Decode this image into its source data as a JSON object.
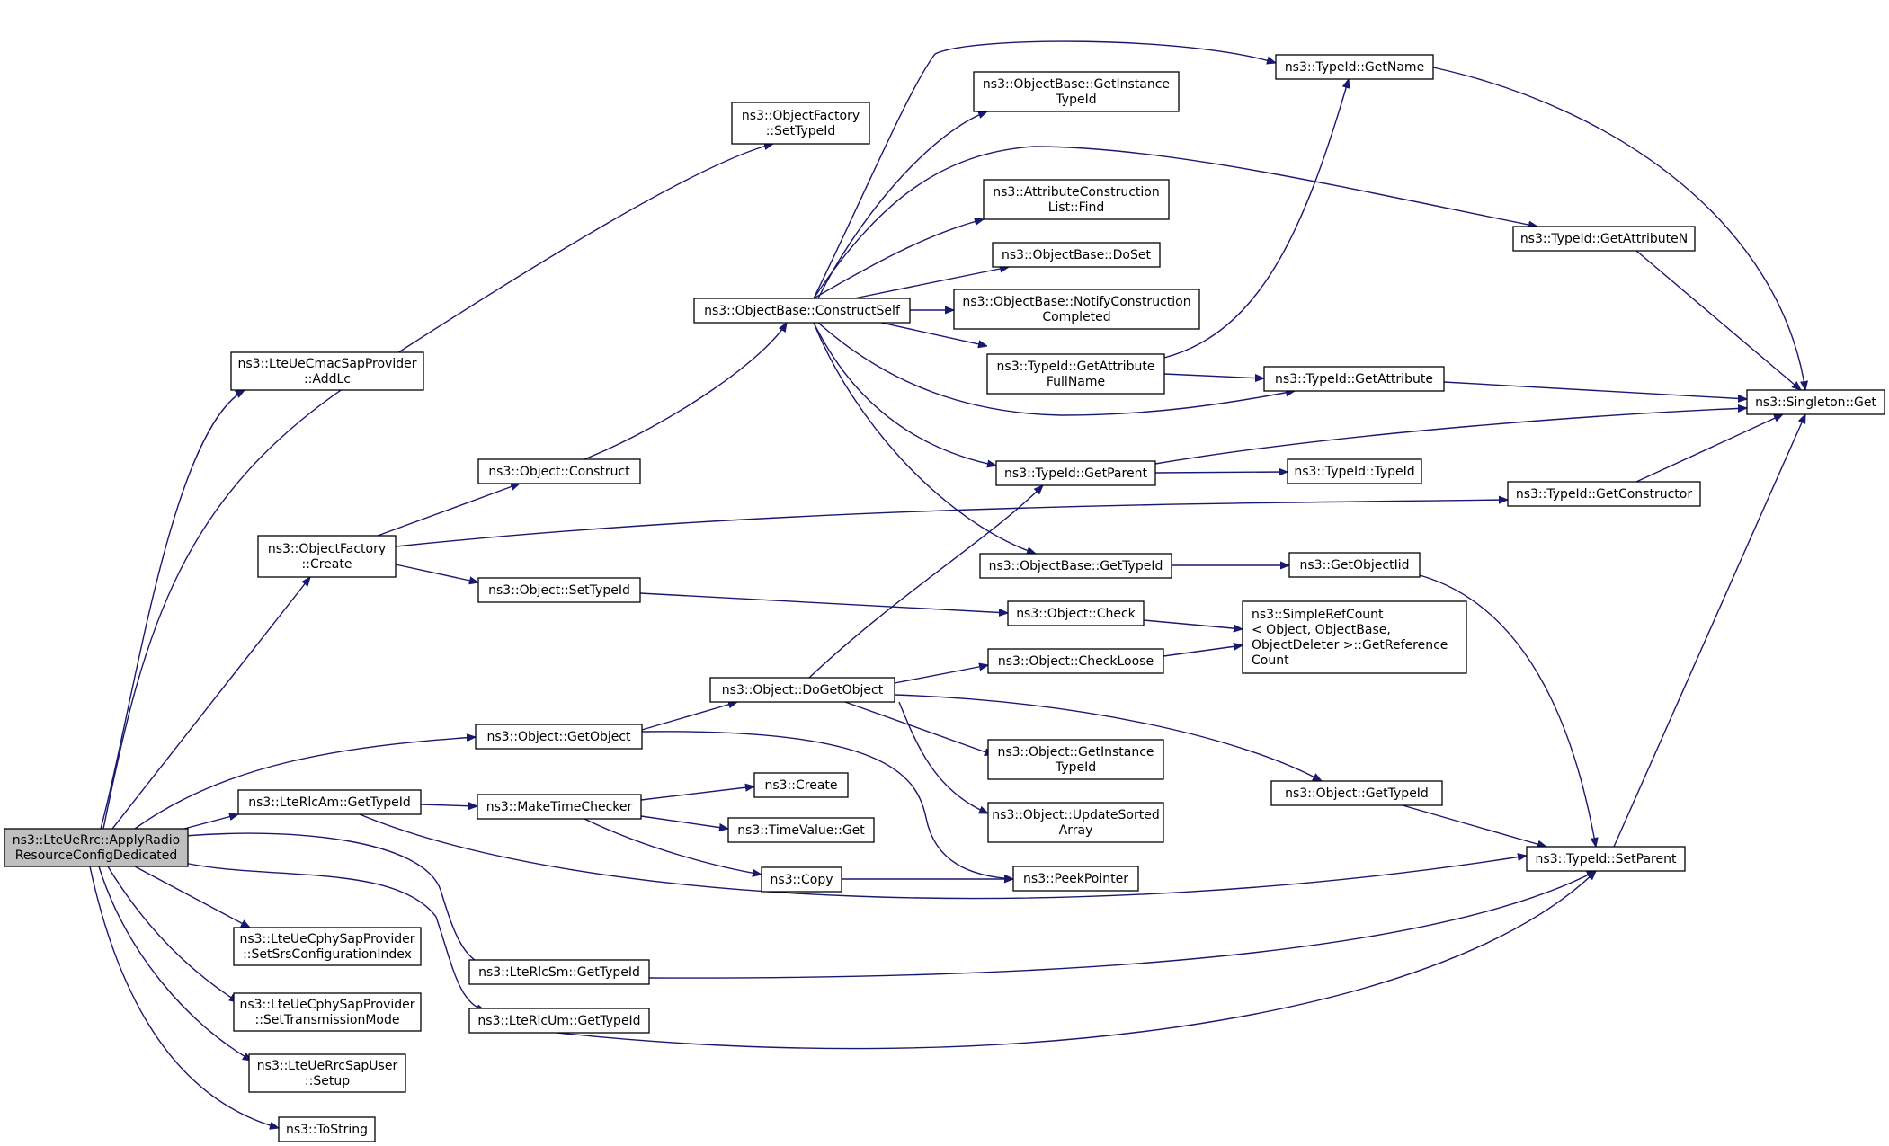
{
  "graph": {
    "root": "apply",
    "nodes": [
      {
        "id": "apply",
        "lines": [
          "ns3::LteUeRrc::ApplyRadio",
          "ResourceConfigDedicated"
        ]
      },
      {
        "id": "addlc",
        "lines": [
          "ns3::LteUeCmacSapProvider",
          "::AddLc"
        ]
      },
      {
        "id": "of_settypeid",
        "lines": [
          "ns3::ObjectFactory",
          "::SetTypeId"
        ]
      },
      {
        "id": "of_create",
        "lines": [
          "ns3::ObjectFactory",
          "::Create"
        ]
      },
      {
        "id": "obj_getobject",
        "lines": [
          "ns3::Object::GetObject"
        ]
      },
      {
        "id": "rlcam_gettypeid",
        "lines": [
          "ns3::LteRlcAm::GetTypeId"
        ]
      },
      {
        "id": "setsrs",
        "lines": [
          "ns3::LteUeCphySapProvider",
          "::SetSrsConfigurationIndex"
        ]
      },
      {
        "id": "settx",
        "lines": [
          "ns3::LteUeCphySapProvider",
          "::SetTransmissionMode"
        ]
      },
      {
        "id": "rrcsap_setup",
        "lines": [
          "ns3::LteUeRrcSapUser",
          "::Setup"
        ]
      },
      {
        "id": "tostring",
        "lines": [
          "ns3::ToString"
        ]
      },
      {
        "id": "obj_construct",
        "lines": [
          "ns3::Object::Construct"
        ]
      },
      {
        "id": "obj_settypeid",
        "lines": [
          "ns3::Object::SetTypeId"
        ]
      },
      {
        "id": "maketimechecker",
        "lines": [
          "ns3::MakeTimeChecker"
        ]
      },
      {
        "id": "rlcsm_gettypeid",
        "lines": [
          "ns3::LteRlcSm::GetTypeId"
        ]
      },
      {
        "id": "rlcum_gettypeid",
        "lines": [
          "ns3::LteRlcUm::GetTypeId"
        ]
      },
      {
        "id": "ob_constructself",
        "lines": [
          "ns3::ObjectBase::ConstructSelf"
        ]
      },
      {
        "id": "obj_dogetobject",
        "lines": [
          "ns3::Object::DoGetObject"
        ]
      },
      {
        "id": "create",
        "lines": [
          "ns3::Create"
        ]
      },
      {
        "id": "timevalue_get",
        "lines": [
          "ns3::TimeValue::Get"
        ]
      },
      {
        "id": "copy",
        "lines": [
          "ns3::Copy"
        ]
      },
      {
        "id": "ob_getinstancetypeid",
        "lines": [
          "ns3::ObjectBase::GetInstance",
          "TypeId"
        ]
      },
      {
        "id": "acl_find",
        "lines": [
          "ns3::AttributeConstruction",
          "List::Find"
        ]
      },
      {
        "id": "ob_doset",
        "lines": [
          "ns3::ObjectBase::DoSet"
        ]
      },
      {
        "id": "ob_notify",
        "lines": [
          "ns3::ObjectBase::NotifyConstruction",
          "Completed"
        ]
      },
      {
        "id": "tid_getattrfullname",
        "lines": [
          "ns3::TypeId::GetAttribute",
          "FullName"
        ]
      },
      {
        "id": "tid_getparent",
        "lines": [
          "ns3::TypeId::GetParent"
        ]
      },
      {
        "id": "ob_gettypeid",
        "lines": [
          "ns3::ObjectBase::GetTypeId"
        ]
      },
      {
        "id": "obj_check",
        "lines": [
          "ns3::Object::Check"
        ]
      },
      {
        "id": "obj_checkloose",
        "lines": [
          "ns3::Object::CheckLoose"
        ]
      },
      {
        "id": "obj_getinstancetypeid",
        "lines": [
          "ns3::Object::GetInstance",
          "TypeId"
        ]
      },
      {
        "id": "obj_updatesorted",
        "lines": [
          "ns3::Object::UpdateSorted",
          "Array"
        ]
      },
      {
        "id": "peekpointer",
        "lines": [
          "ns3::PeekPointer"
        ]
      },
      {
        "id": "tid_getname",
        "lines": [
          "ns3::TypeId::GetName"
        ]
      },
      {
        "id": "tid_getattributen",
        "lines": [
          "ns3::TypeId::GetAttributeN"
        ]
      },
      {
        "id": "tid_getattribute",
        "lines": [
          "ns3::TypeId::GetAttribute"
        ]
      },
      {
        "id": "tid_typeid",
        "lines": [
          "ns3::TypeId::TypeId"
        ]
      },
      {
        "id": "tid_getconstructor",
        "lines": [
          "ns3::TypeId::GetConstructor"
        ]
      },
      {
        "id": "getobjectiid",
        "lines": [
          "ns3::GetObjectIid"
        ]
      },
      {
        "id": "simplerefcount",
        "lines": [
          "ns3::SimpleRefCount",
          "< Object, ObjectBase,",
          " ObjectDeleter >::GetReference",
          "Count"
        ]
      },
      {
        "id": "obj_gettypeid",
        "lines": [
          "ns3::Object::GetTypeId"
        ]
      },
      {
        "id": "tid_setparent",
        "lines": [
          "ns3::TypeId::SetParent"
        ]
      },
      {
        "id": "singleton_get",
        "lines": [
          "ns3::Singleton::Get"
        ]
      }
    ]
  }
}
